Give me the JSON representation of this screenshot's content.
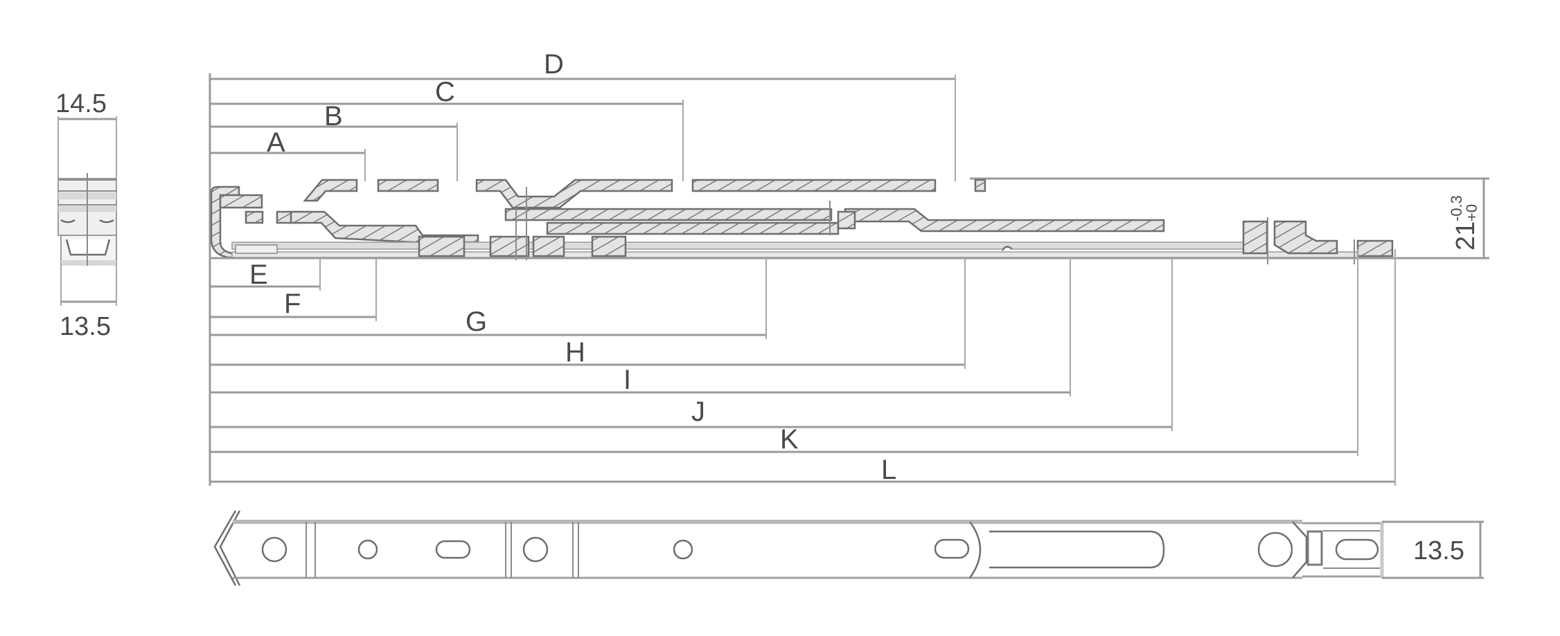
{
  "drawing": {
    "subject": "Drawer slide technical drawing",
    "end_view": {
      "top_width": "14.5",
      "bottom_width": "13.5"
    },
    "side_view": {
      "height_label": "21",
      "height_tolerance_upper": "-0.3",
      "height_tolerance_lower": "+0",
      "dimensions_above": [
        "A",
        "B",
        "C",
        "D"
      ],
      "dimensions_below": [
        "E",
        "F",
        "G",
        "H",
        "I",
        "J",
        "K",
        "L"
      ]
    },
    "plan_view": {
      "width_label": "13.5"
    }
  },
  "labels": {
    "A": "A",
    "B": "B",
    "C": "C",
    "D": "D",
    "E": "E",
    "F": "F",
    "G": "G",
    "H": "H",
    "I": "I",
    "J": "J",
    "K": "K",
    "L": "L"
  },
  "colors": {
    "line": "#9a9a9a",
    "part_outline": "#6e6e6e",
    "text": "#4a4a4a",
    "background": "#ffffff"
  }
}
